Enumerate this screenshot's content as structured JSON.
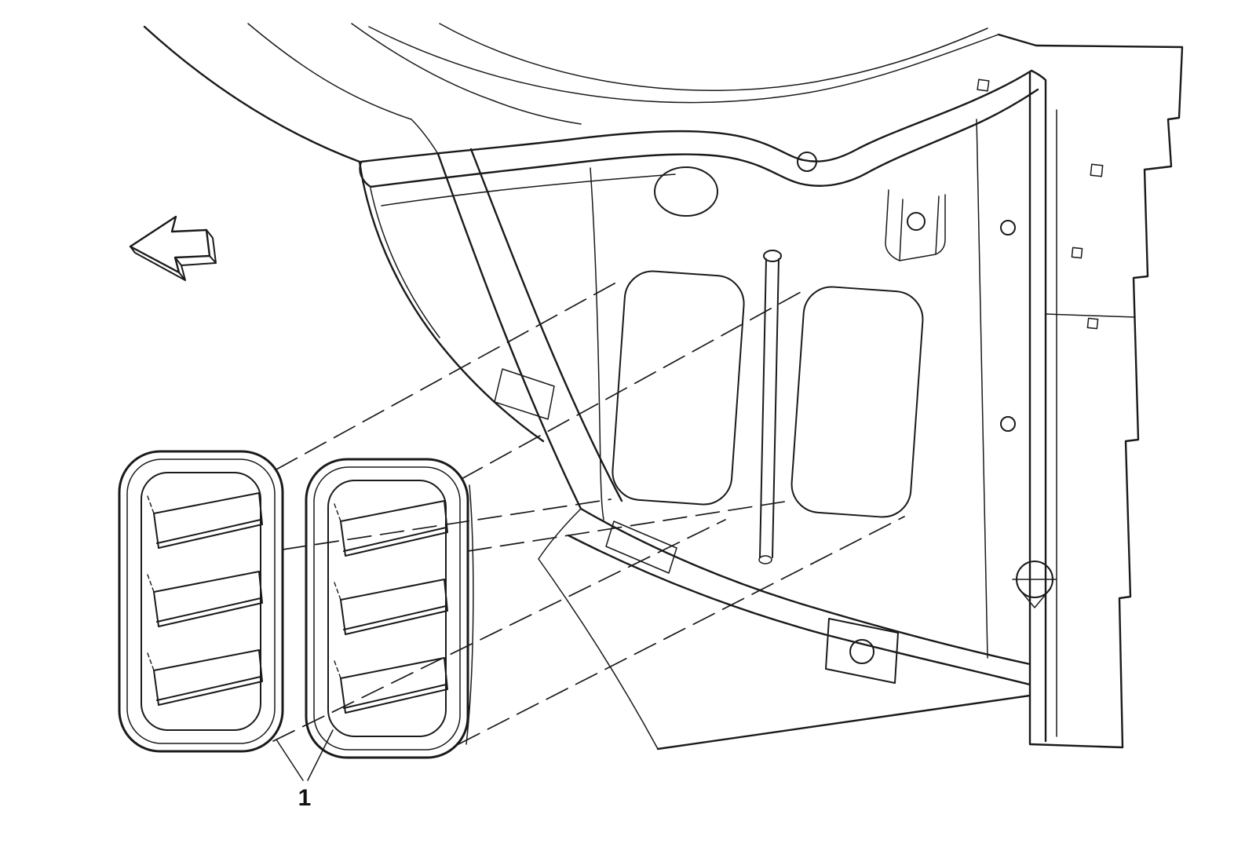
{
  "figure": {
    "type": "exploded-parts-line-illustration",
    "background_color": "#ffffff",
    "line_color": "#1a1a1a",
    "icons": [
      {
        "name": "view-direction-arrow",
        "style": "outlined-3d-block-arrow",
        "points": "upper-left"
      }
    ],
    "callouts": [
      {
        "label": "1",
        "attached_parts": 2
      }
    ]
  }
}
